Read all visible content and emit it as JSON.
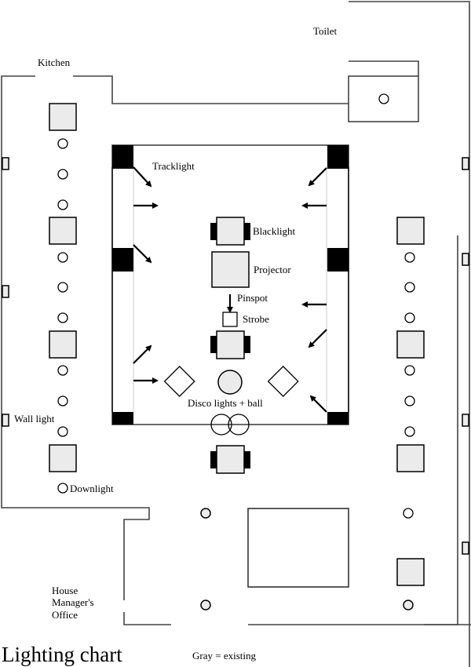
{
  "title": "Lighting chart",
  "legend": "Gray = existing",
  "colors": {
    "existing_fill": "#ebebeb",
    "new_fill": "#ffffff",
    "tracklight_fill": "#000000",
    "wall_stroke": "#444444"
  },
  "rooms": {
    "kitchen": "Kitchen",
    "toilet": "Toilet",
    "office_line1": "House",
    "office_line2": "Manager's",
    "office_line3": "Office"
  },
  "labels": {
    "tracklight": "Tracklight",
    "blacklight": "Blacklight",
    "projector": "Projector",
    "pinspot": "Pinspot",
    "strobe": "Strobe",
    "disco": "Disco lights + ball",
    "wall_light": "Wall light",
    "downlight": "Downlight"
  },
  "fixture_legend": [
    {
      "type": "ceiling-square",
      "status": "existing"
    },
    {
      "type": "downlight",
      "status": "new"
    },
    {
      "type": "wall-light",
      "status": "existing"
    },
    {
      "type": "tracklight",
      "status": "new"
    },
    {
      "type": "blacklight",
      "status": "existing"
    },
    {
      "type": "projector",
      "status": "existing"
    },
    {
      "type": "strobe",
      "status": "new"
    },
    {
      "type": "disco-ball",
      "status": "existing"
    },
    {
      "type": "disco-light",
      "status": "new"
    }
  ]
}
